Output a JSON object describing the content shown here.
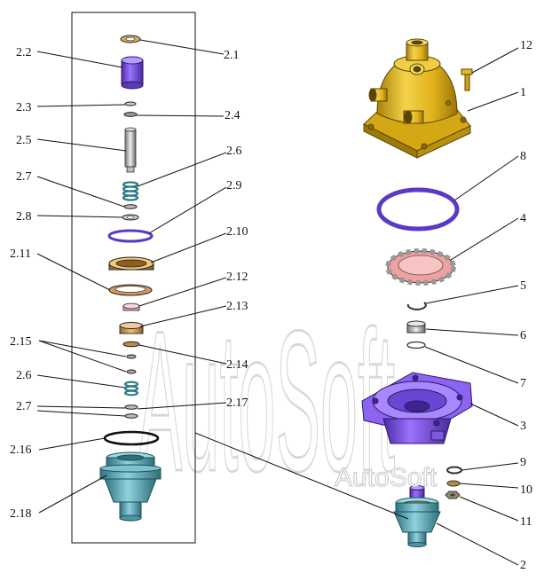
{
  "watermarks": {
    "large": "AutoSoft",
    "small": "AutoSoft"
  },
  "labels": {
    "l2_1": "2.1",
    "l2_2": "2.2",
    "l2_3": "2.3",
    "l2_4": "2.4",
    "l2_5": "2.5",
    "l2_6a": "2.6",
    "l2_7a": "2.7",
    "l2_8": "2.8",
    "l2_9": "2.9",
    "l2_10": "2.10",
    "l2_11": "2.11",
    "l2_12": "2.12",
    "l2_13": "2.13",
    "l2_14": "2.14",
    "l2_15": "2.15",
    "l2_6b": "2.6",
    "l2_7b": "2.7",
    "l2_17": "2.17",
    "l2_16": "2.16",
    "l2_18": "2.18",
    "l1": "1",
    "l12": "12",
    "l8": "8",
    "l4": "4",
    "l5": "5",
    "l6": "6",
    "l7": "7",
    "l3": "3",
    "l9": "9",
    "l10": "10",
    "l11": "11",
    "l2": "2"
  },
  "colors": {
    "housing_gold": "#e2b61f",
    "housing_shade": "#b88d10",
    "violet": "#8a5cf0",
    "violet_dark": "#5a34b8",
    "teal": "#6fb9c6",
    "teal_dark": "#3e8592",
    "pink": "#f0b6b6",
    "bronze": "#d9a15a"
  }
}
